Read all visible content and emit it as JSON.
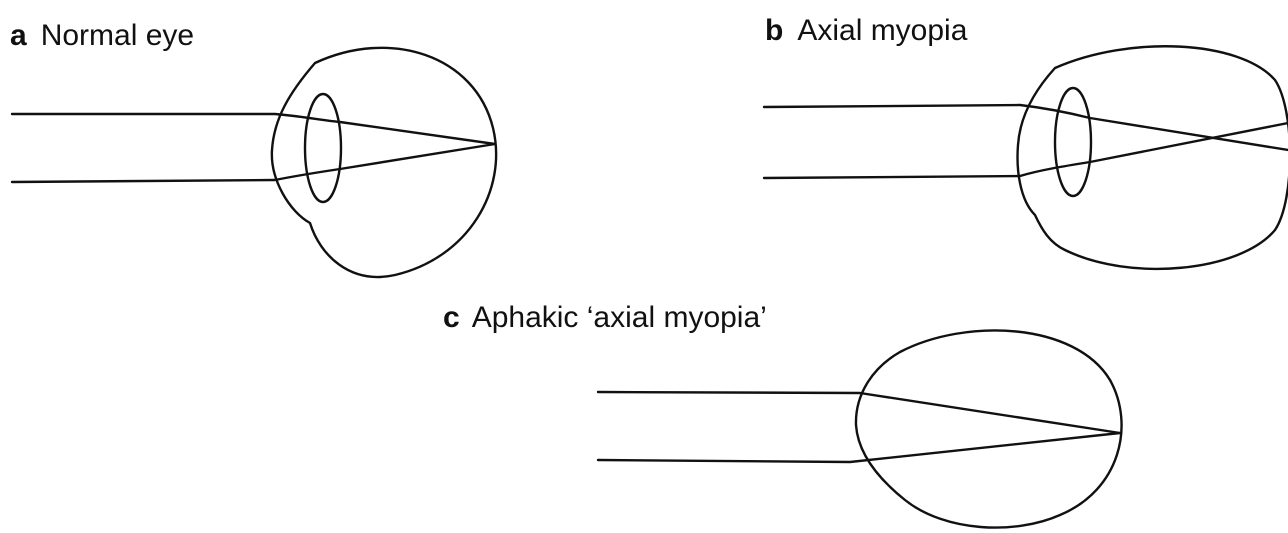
{
  "panels": {
    "a": {
      "letter": "a",
      "title": "Normal eye"
    },
    "b": {
      "letter": "b",
      "title": "Axial myopia"
    },
    "c": {
      "letter": "c",
      "title": "Aphakic ‘axial myopia’"
    }
  },
  "colors": {
    "ink": "#111111",
    "background": "#ffffff"
  }
}
